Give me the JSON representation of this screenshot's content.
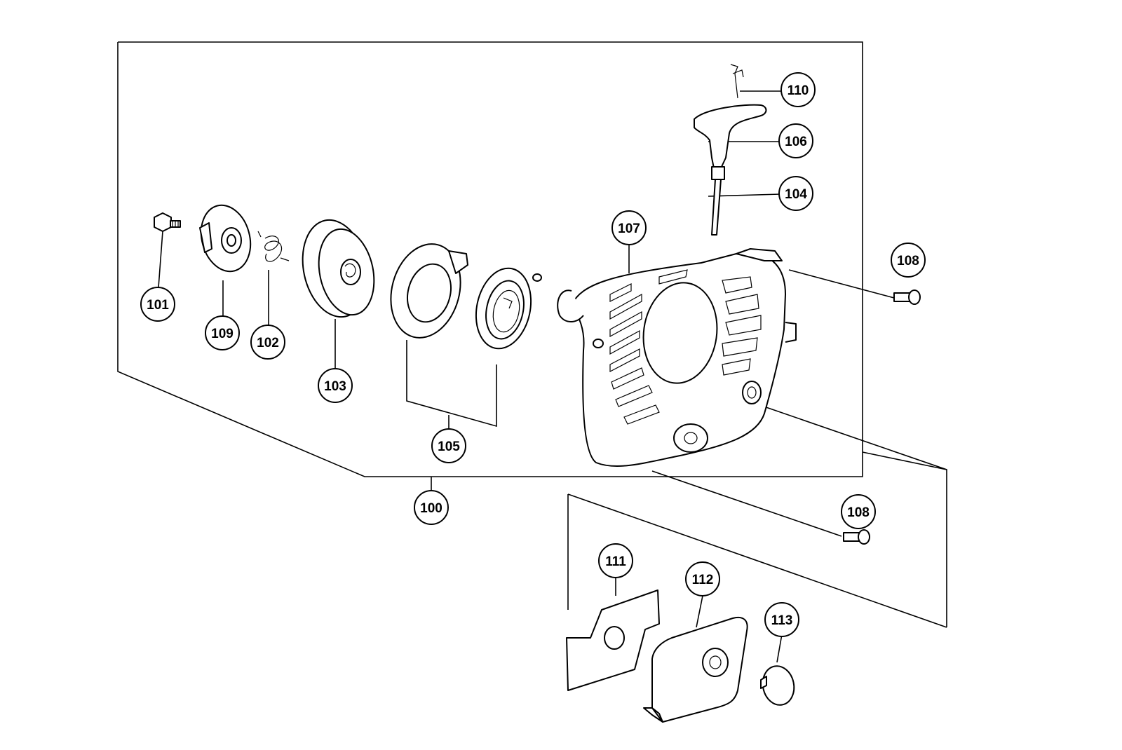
{
  "callouts": [
    {
      "id": "100",
      "label": "100"
    },
    {
      "id": "101",
      "label": "101"
    },
    {
      "id": "102",
      "label": "102"
    },
    {
      "id": "103",
      "label": "103"
    },
    {
      "id": "104",
      "label": "104"
    },
    {
      "id": "105",
      "label": "105"
    },
    {
      "id": "106",
      "label": "106"
    },
    {
      "id": "107",
      "label": "107"
    },
    {
      "id": "108a",
      "label": "108"
    },
    {
      "id": "108b",
      "label": "108"
    },
    {
      "id": "109",
      "label": "109"
    },
    {
      "id": "110",
      "label": "110"
    },
    {
      "id": "111",
      "label": "111"
    },
    {
      "id": "112",
      "label": "112"
    },
    {
      "id": "113",
      "label": "113"
    }
  ]
}
